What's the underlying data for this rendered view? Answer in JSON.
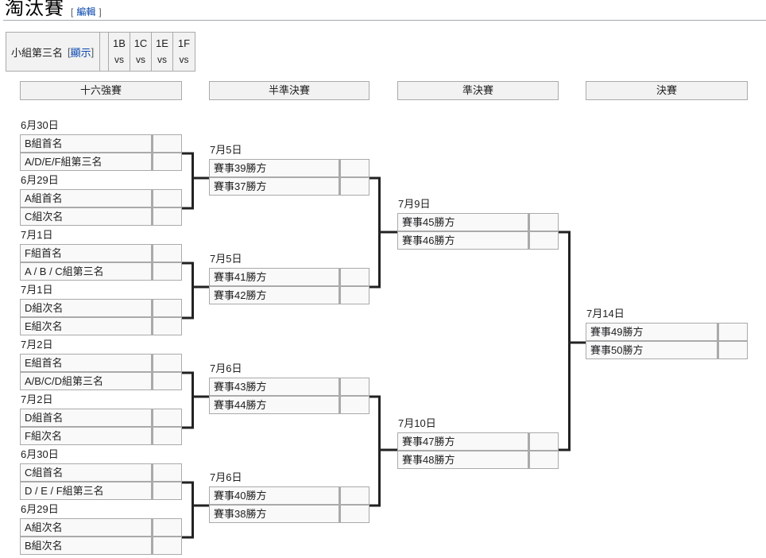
{
  "section": {
    "title": "淘汰賽",
    "edit_open": "[",
    "edit_link": "編輯",
    "edit_close": "]"
  },
  "third_place_table": {
    "label": "小組第三名",
    "toggle_open": "[",
    "toggle_link": "顯示",
    "toggle_close": "]",
    "columns": [
      {
        "top": "1B",
        "bottom": "vs"
      },
      {
        "top": "1C",
        "bottom": "vs"
      },
      {
        "top": "1E",
        "bottom": "vs"
      },
      {
        "top": "1F",
        "bottom": "vs"
      }
    ]
  },
  "rounds": [
    {
      "label": "十六強賽",
      "matches": [
        {
          "date": "6月30日",
          "teams": [
            {
              "name": "B組首名",
              "score": ""
            },
            {
              "name": "A/D/E/F組第三名",
              "score": ""
            }
          ]
        },
        {
          "date": "6月29日",
          "teams": [
            {
              "name": "A組首名",
              "score": ""
            },
            {
              "name": "C組次名",
              "score": ""
            }
          ]
        },
        {
          "date": "7月1日",
          "teams": [
            {
              "name": "F組首名",
              "score": ""
            },
            {
              "name": "A / B / C組第三名",
              "score": ""
            }
          ]
        },
        {
          "date": "7月1日",
          "teams": [
            {
              "name": "D組次名",
              "score": ""
            },
            {
              "name": "E組次名",
              "score": ""
            }
          ]
        },
        {
          "date": "7月2日",
          "teams": [
            {
              "name": "E組首名",
              "score": ""
            },
            {
              "name": "A/B/C/D組第三名",
              "score": ""
            }
          ]
        },
        {
          "date": "7月2日",
          "teams": [
            {
              "name": "D組首名",
              "score": ""
            },
            {
              "name": "F組次名",
              "score": ""
            }
          ]
        },
        {
          "date": "6月30日",
          "teams": [
            {
              "name": "C組首名",
              "score": ""
            },
            {
              "name": "D / E / F組第三名",
              "score": ""
            }
          ]
        },
        {
          "date": "6月29日",
          "teams": [
            {
              "name": "A組次名",
              "score": ""
            },
            {
              "name": "B組次名",
              "score": ""
            }
          ]
        }
      ]
    },
    {
      "label": "半準決賽",
      "matches": [
        {
          "date": "7月5日",
          "teams": [
            {
              "name": "賽事39勝方",
              "score": ""
            },
            {
              "name": "賽事37勝方",
              "score": ""
            }
          ]
        },
        {
          "date": "7月5日",
          "teams": [
            {
              "name": "賽事41勝方",
              "score": ""
            },
            {
              "name": "賽事42勝方",
              "score": ""
            }
          ]
        },
        {
          "date": "7月6日",
          "teams": [
            {
              "name": "賽事43勝方",
              "score": ""
            },
            {
              "name": "賽事44勝方",
              "score": ""
            }
          ]
        },
        {
          "date": "7月6日",
          "teams": [
            {
              "name": "賽事40勝方",
              "score": ""
            },
            {
              "name": "賽事38勝方",
              "score": ""
            }
          ]
        }
      ]
    },
    {
      "label": "準決賽",
      "matches": [
        {
          "date": "7月9日",
          "teams": [
            {
              "name": "賽事45勝方",
              "score": ""
            },
            {
              "name": "賽事46勝方",
              "score": ""
            }
          ]
        },
        {
          "date": "7月10日",
          "teams": [
            {
              "name": "賽事47勝方",
              "score": ""
            },
            {
              "name": "賽事48勝方",
              "score": ""
            }
          ]
        }
      ]
    },
    {
      "label": "決賽",
      "matches": [
        {
          "date": "7月14日",
          "teams": [
            {
              "name": "賽事49勝方",
              "score": ""
            },
            {
              "name": "賽事50勝方",
              "score": ""
            }
          ]
        }
      ]
    }
  ],
  "theme": {
    "link": "#0645ad",
    "connector": "#222222",
    "cell_bg": "#f9f9f9",
    "border": "#aaaaaa",
    "header_bg": "#f2f2f2"
  }
}
